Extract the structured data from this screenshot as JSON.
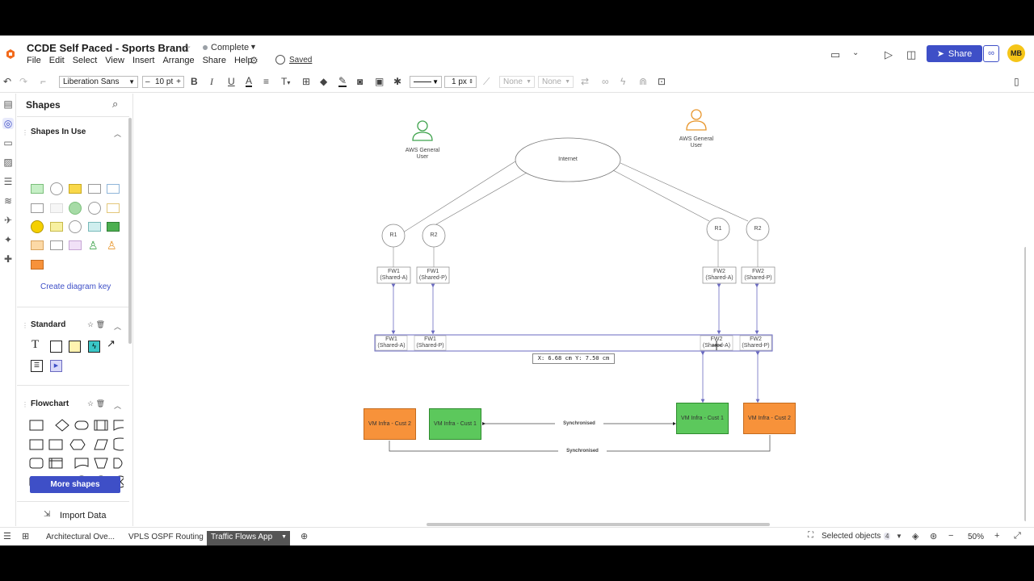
{
  "header": {
    "title": "CCDE Self Paced - Sports Brand",
    "status": "Complete",
    "menu": [
      "File",
      "Edit",
      "Select",
      "View",
      "Insert",
      "Arrange",
      "Share",
      "Help"
    ],
    "saved": "Saved",
    "share_label": "Share",
    "avatar": "MB"
  },
  "toolbar": {
    "font": "Liberation Sans",
    "font_size": "10 pt",
    "line_width": "1 px",
    "arrow_start": "None",
    "arrow_end": "None"
  },
  "panel": {
    "title": "Shapes",
    "sections": {
      "in_use": "Shapes In Use",
      "standard": "Standard",
      "flowchart": "Flowchart"
    },
    "diagram_key": "Create diagram key",
    "more_shapes": "More shapes",
    "import": "Import Data"
  },
  "diagram": {
    "user_left": [
      "AWS General",
      "User"
    ],
    "user_right": [
      "AWS General",
      "User"
    ],
    "internet": "Internet",
    "routers": [
      "R1",
      "R2",
      "R1",
      "R2"
    ],
    "fw_top": [
      [
        "FW1",
        "(Shared-A)"
      ],
      [
        "FW1",
        "(Shared-P)"
      ],
      [
        "FW2",
        "(Shared-A)"
      ],
      [
        "FW2",
        "(Shared-P)"
      ]
    ],
    "fw_bar": [
      [
        "FW1",
        "(Shared-A)"
      ],
      [
        "FW1",
        "(Shared-P)"
      ],
      [
        "FW2",
        "(Shared-A)"
      ],
      [
        "FW2",
        "(Shared-P)"
      ]
    ],
    "coord": "X: 6.68 cm  Y: 7.50 cm",
    "vms": [
      "VM Infra - Cust 2",
      "VM Infra - Cust 1",
      "VM Infra - Cust 1",
      "VM Infra - Cust 2"
    ],
    "sync_labels": [
      "Synchronised",
      "Synchronised"
    ],
    "colors": {
      "orange": "#f7923a",
      "green": "#5cc85c",
      "user_green": "#3fa34d",
      "user_orange": "#e8962c",
      "line": "#8a8acb"
    }
  },
  "bottom": {
    "tabs": [
      "Architectural Ove...",
      "VPLS OSPF Routing",
      "Traffic Flows App"
    ],
    "selected_label": "Selected objects",
    "selected_count": "4",
    "zoom": "50%"
  }
}
